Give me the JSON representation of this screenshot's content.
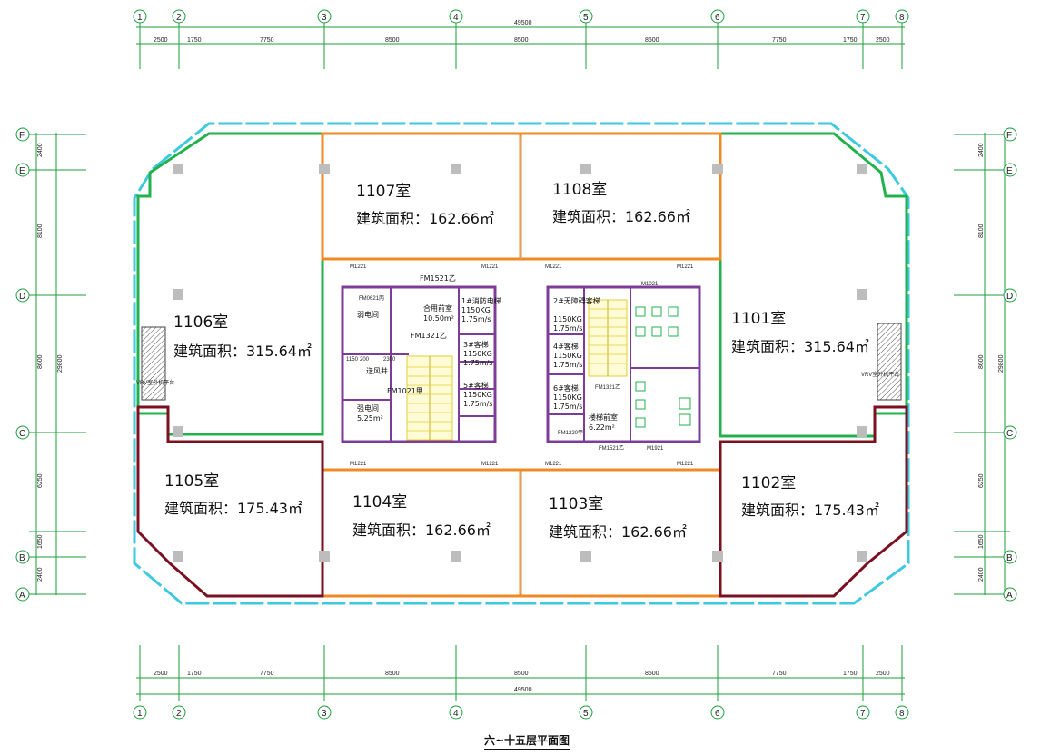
{
  "title": "六~十五层平面图",
  "dimensions": {
    "total": "49500",
    "segments": [
      "2500",
      "1750",
      "7750",
      "8500",
      "8500",
      "8500",
      "7750",
      "1750",
      "2500"
    ],
    "vertical_left": [
      "2400",
      "8100",
      "8600",
      "6250",
      "1650",
      "2400"
    ],
    "vertical_total": "29800"
  },
  "axes_columns": [
    "1",
    "2",
    "3",
    "4",
    "5",
    "6",
    "7",
    "8"
  ],
  "axes_rows": [
    "F",
    "E",
    "D",
    "C",
    "B",
    "A"
  ],
  "rooms": [
    {
      "id": "1107",
      "label": "1107室",
      "area": "建筑面积：162.66㎡"
    },
    {
      "id": "1108",
      "label": "1108室",
      "area": "建筑面积：162.66㎡"
    },
    {
      "id": "1106",
      "label": "1106室",
      "area": "建筑面积：315.64㎡"
    },
    {
      "id": "1101",
      "label": "1101室",
      "area": "建筑面积：315.64㎡"
    },
    {
      "id": "1105",
      "label": "1105室",
      "area": "建筑面积：175.43㎡"
    },
    {
      "id": "1104",
      "label": "1104室",
      "area": "建筑面积：162.66㎡"
    },
    {
      "id": "1103",
      "label": "1103室",
      "area": "建筑面积：162.66㎡"
    },
    {
      "id": "1102",
      "label": "1102室",
      "area": "建筑面积：175.43㎡"
    }
  ],
  "core_labels": {
    "left_core": {
      "door_fm1521": "FM1521乙",
      "elevator1": "1#消防电梯",
      "elev1_load": "1150KG",
      "elev1_speed": "1.75m/s",
      "elevator3": "3#客梯",
      "elev3_load": "1150KG",
      "elev3_speed": "1.75m/s",
      "elevator5": "5#客梯",
      "elev5_load": "1150KG",
      "elev5_speed": "1.75m/s",
      "lobby": "合用前室",
      "lobby_area": "10.50m²",
      "fm1321": "FM1321乙",
      "fm1021": "FM1021甲",
      "weak": "弱电间",
      "strong": "强电间",
      "area_sm": "5.25m²",
      "dim_1150": "1150",
      "dim_200": "200",
      "dim_2300": "2300",
      "shaft": "送风井",
      "fm0621": "FM0621丙"
    },
    "right_core": {
      "elevator2": "2#无障碍客梯",
      "elev2_load": "1150KG",
      "elev2_speed": "1.75m/s",
      "elevator4": "4#客梯",
      "elev4_load": "1150KG",
      "elev4_speed": "1.75m/s",
      "elevator6": "6#客梯",
      "elev6_load": "1150KG",
      "elev6_speed": "1.75m/s",
      "stair_lobby": "楼梯前室",
      "stair_area": "6.22m²",
      "fm1321": "FM1321乙",
      "m1021": "M1021",
      "fm1521": "FM1521乙",
      "m1921": "M1921",
      "fm1220": "FM1220甲"
    }
  },
  "door_tags": [
    "M1221",
    "M1221",
    "M1221",
    "M1221",
    "M1221",
    "M1221",
    "M1221",
    "M1221"
  ],
  "vrv_left": "VRV室外机平台",
  "vrv_right": "VRV室外机平台",
  "colors": {
    "green": "#22b14c",
    "orange": "#f08a24",
    "maroon": "#7a1020",
    "purple": "#7d3c98",
    "cyan": "#3ec9e0",
    "dimline": "#1a9e3a"
  }
}
